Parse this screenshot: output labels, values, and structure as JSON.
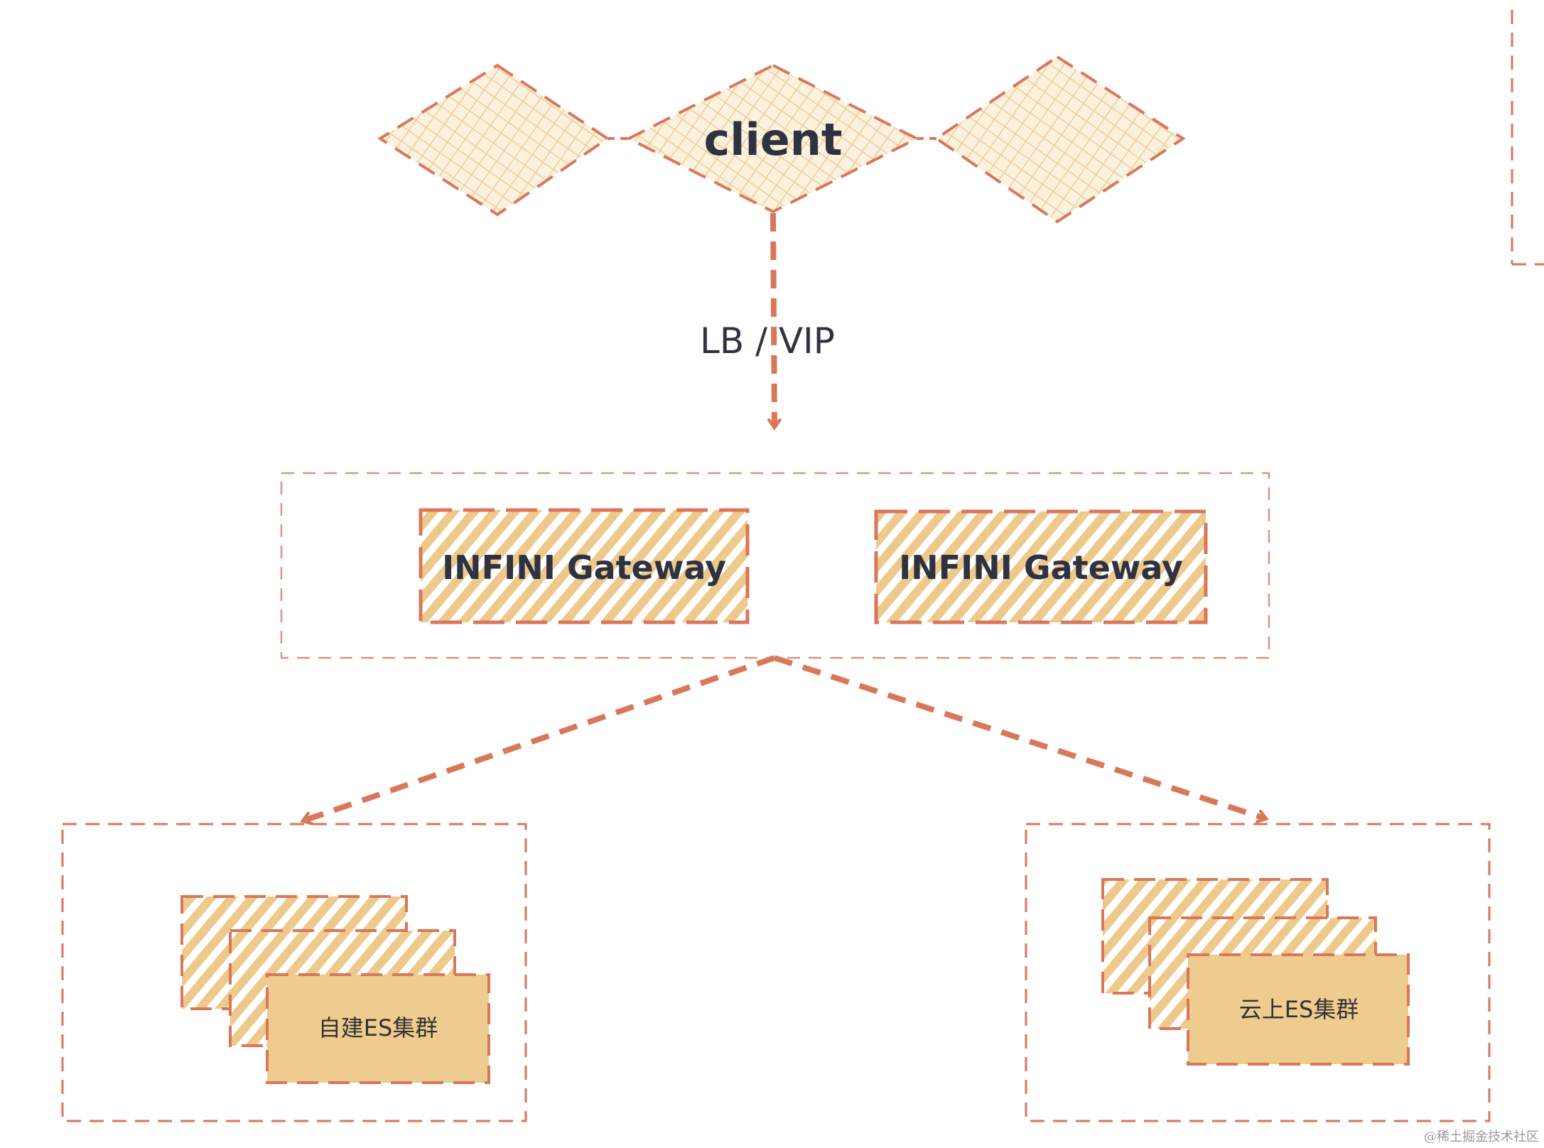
{
  "colors": {
    "stroke": "#d9775a",
    "fill": "#eecb8e",
    "hatch": "#eec98c",
    "text": "#2f3240",
    "watermark": "#9a9a9a"
  },
  "client": {
    "label": "client"
  },
  "link": {
    "label": "LB / VIP"
  },
  "gateways": [
    {
      "label": "INFINI Gateway"
    },
    {
      "label": "INFINI Gateway"
    }
  ],
  "clusters": [
    {
      "label": "自建ES集群"
    },
    {
      "label": "云上ES集群"
    }
  ],
  "watermark": "@稀土掘金技术社区"
}
